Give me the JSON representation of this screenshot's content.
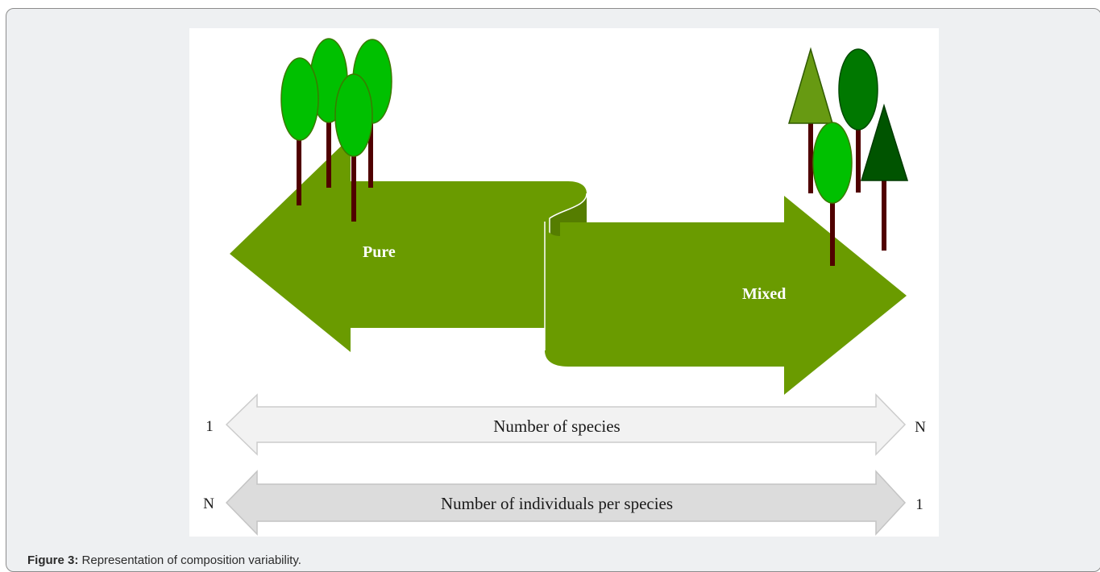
{
  "figure": {
    "arrows": {
      "pure_label": "Pure",
      "mixed_label": "Mixed"
    },
    "scales": [
      {
        "label": "Number of species",
        "left_end": "1",
        "right_end": "N"
      },
      {
        "label": "Number of individuals per species",
        "left_end": "N",
        "right_end": "1"
      }
    ],
    "colors": {
      "main_arrow": "#6a9b00",
      "arrow_fold": "#557d00",
      "light_tree": "#00c000",
      "dark_tree": "#007800",
      "olive_tree": "#679a12",
      "pine_dark": "#005400",
      "trunk": "#500000",
      "scale_light": "#f2f2f2",
      "scale_mid": "#dcdcdc"
    },
    "icons": {
      "pure_forest": "deciduous-tree-icon",
      "mixed_forest": "conifer-tree-icon"
    }
  },
  "caption": {
    "label": "Figure 3:",
    "text": "Representation of composition variability."
  }
}
